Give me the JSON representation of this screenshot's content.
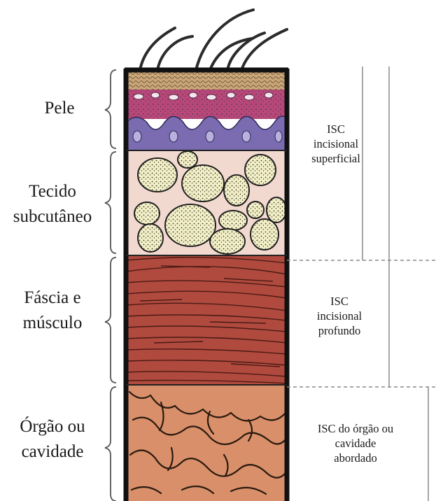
{
  "layers": {
    "skin": "Pele",
    "subcutaneous_line1": "Tecido",
    "subcutaneous_line2": "subcutâneo",
    "fascia_line1": "Fáscia e",
    "fascia_line2": "músculo",
    "organ_line1": "Órgão ou",
    "organ_line2": "cavidade"
  },
  "infection_types": {
    "superficial_line1": "ISC",
    "superficial_line2": "incisional",
    "superficial_line3": "superficial",
    "deep_line1": "ISC",
    "deep_line2": "incisional",
    "deep_line3": "profundo",
    "organ_line1": "ISC do órgão ou",
    "organ_line2": "cavidade",
    "organ_line3": "abordado"
  },
  "colors": {
    "skin_top": "#c9a77a",
    "dermis": "#b8487a",
    "epidermis_base": "#7b6bb0",
    "fat_bg": "#f2d9d0",
    "fat_globule": "#f3f0c8",
    "muscle": "#b04a3e",
    "organ": "#d9906a",
    "outline": "#111111"
  }
}
